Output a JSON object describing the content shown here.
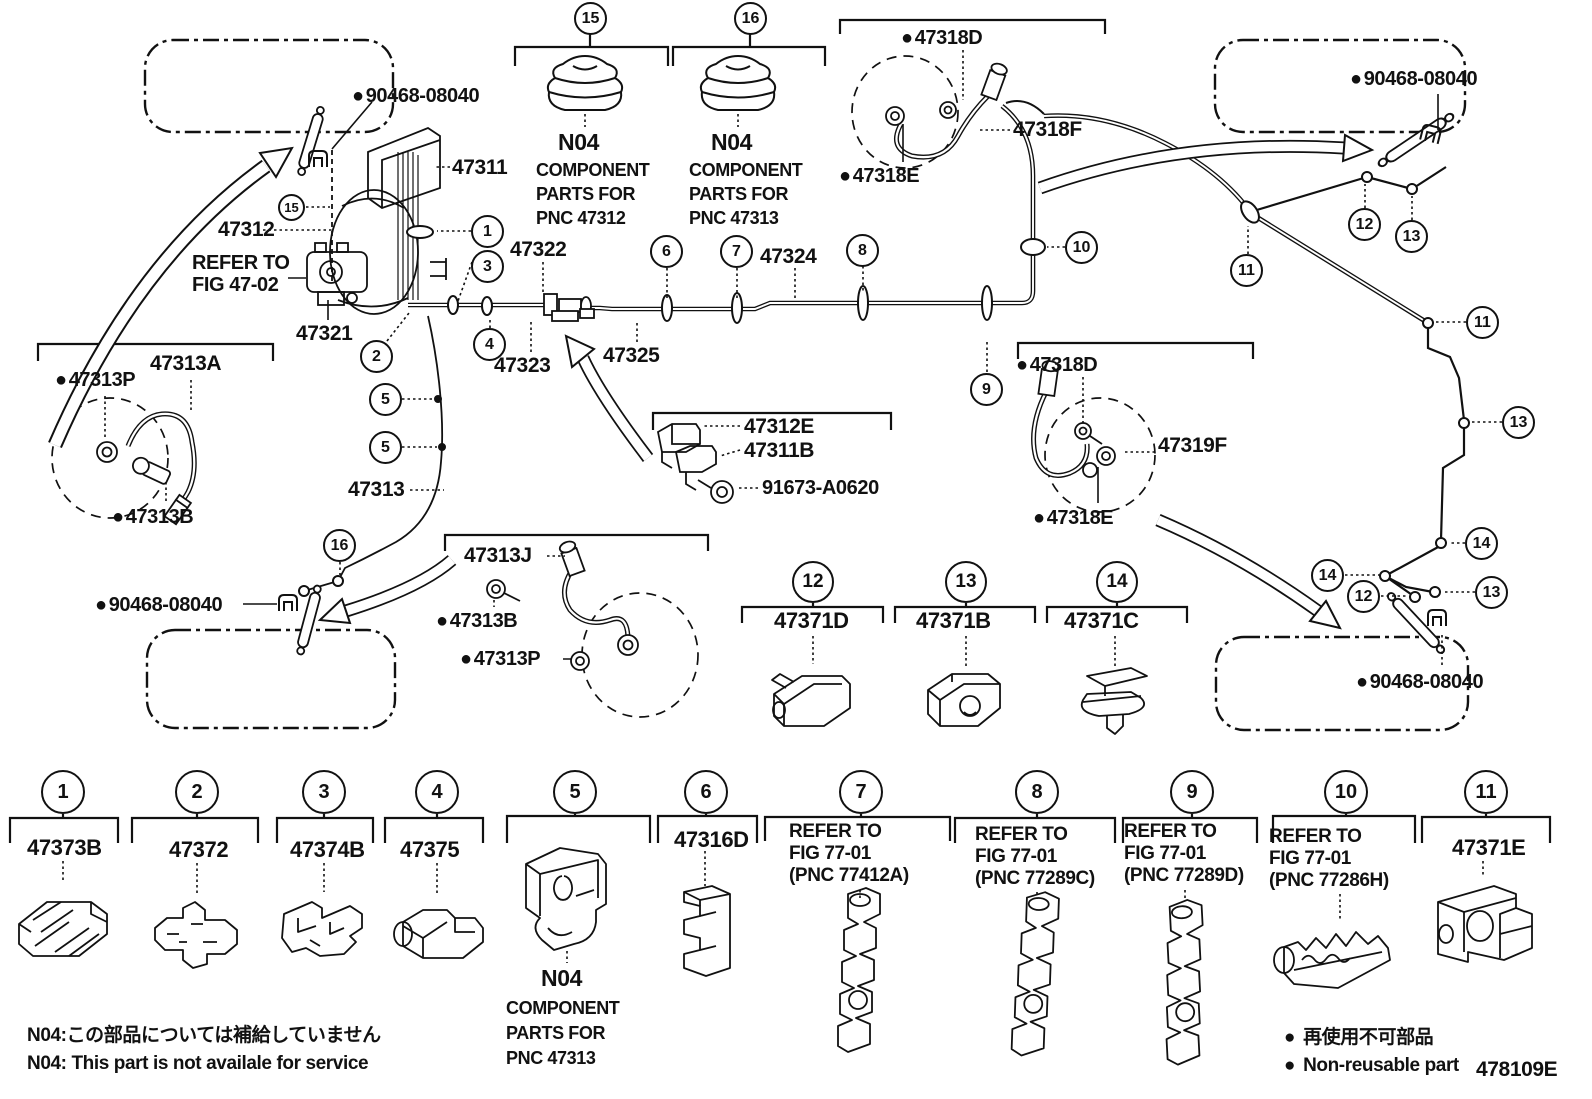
{
  "bullet": "●",
  "figure_code": "478109E",
  "callouts": {
    "n1": "1",
    "n2": "2",
    "n3": "3",
    "n4": "4",
    "n5": "5",
    "n6": "6",
    "n7": "7",
    "n8": "8",
    "n9": "9",
    "n10": "10",
    "n11": "11",
    "n12": "12",
    "n13": "13",
    "n14": "14",
    "n15": "15",
    "n16": "16"
  },
  "parts": {
    "p90468": "90468-08040",
    "p47311": "47311",
    "p47312": "47312",
    "p47321": "47321",
    "p47322": "47322",
    "p47323": "47323",
    "p47324": "47324",
    "p47325": "47325",
    "p47313": "47313",
    "p47313a": "47313A",
    "p47313b": "47313B",
    "p47313p": "47313P",
    "p47313j": "47313J",
    "p47312e": "47312E",
    "p47311b": "47311B",
    "p91673": "91673-A0620",
    "p47318d": "47318D",
    "p47318e": "47318E",
    "p47318f": "47318F",
    "p47319f": "47319F",
    "p47371d": "47371D",
    "p47371b": "47371B",
    "p47371c": "47371C",
    "p47371e": "47371E",
    "p47373b": "47373B",
    "p47372": "47372",
    "p47374b": "47374B",
    "p47375": "47375",
    "p47316d": "47316D"
  },
  "refer": {
    "refer_to": "REFER TO",
    "fig4702": "FIG 47-02",
    "fig7701": "FIG 77-01",
    "pnc77412a": "(PNC 77412A)",
    "pnc77289c": "(PNC 77289C)",
    "pnc77289d": "(PNC 77289D)",
    "pnc77286h": "(PNC 77286H)"
  },
  "component_note": {
    "n04": "N04",
    "component": "COMPONENT",
    "parts_for": "PARTS FOR",
    "pnc47312": "PNC 47312",
    "pnc47313": "PNC 47313"
  },
  "notes": {
    "jp": "N04:この部品については補給していません",
    "en": "N04: This part is not availale for service"
  },
  "legend": {
    "jp": "再使用不可部品",
    "en": "Non-reusable part"
  }
}
